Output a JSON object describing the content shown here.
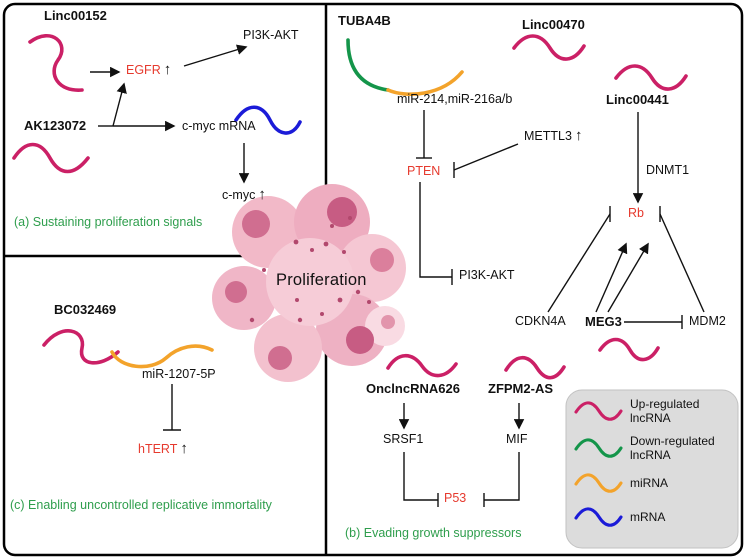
{
  "colors": {
    "up": "#cb2066",
    "down": "#14954a",
    "mirna": "#f3a32b",
    "mrna": "#1b1bd8",
    "red": "#e63a2e",
    "caption": "#2f9e4d"
  },
  "symbols": {
    "up_arrow": "↑"
  },
  "center": {
    "label": "Proliferation"
  },
  "panel_a": {
    "caption": "(a) Sustaining proliferation signals",
    "linc00152": "Linc00152",
    "ak123072": "AK123072",
    "egfr": "EGFR",
    "pi3k_akt": "PI3K-AKT",
    "cmyc_mrna": "c-myc mRNA",
    "cmyc": "c-myc"
  },
  "panel_b": {
    "caption": "(b) Evading growth suppressors",
    "tuba4b": "TUBA4B",
    "linc00470": "Linc00470",
    "linc00441": "Linc00441",
    "mir_214_216": "miR-214,miR-216a/b",
    "mettl3": "METTL3",
    "pten": "PTEN",
    "dnmt1": "DNMT1",
    "rb": "Rb",
    "pi3k_akt": "PI3K-AKT",
    "cdkn4a": "CDKN4A",
    "meg3": "MEG3",
    "mdm2": "MDM2",
    "onclncrna626": "OnclncRNA626",
    "zfpm2_as": "ZFPM2-AS",
    "srsf1": "SRSF1",
    "mif": "MIF",
    "p53": "P53"
  },
  "panel_c": {
    "caption": "(c) Enabling uncontrolled replicative immortality",
    "bc032469": "BC032469",
    "mir_1207": "miR-1207-5P",
    "htert": "hTERT"
  },
  "legend": {
    "items": [
      {
        "label": "Up-regulated lncRNA",
        "type": "up-lncRNA"
      },
      {
        "label": "Down-regulated lncRNA",
        "type": "down-lncRNA"
      },
      {
        "label": "miRNA",
        "type": "miRNA"
      },
      {
        "label": "mRNA",
        "type": "mRNA"
      }
    ]
  }
}
